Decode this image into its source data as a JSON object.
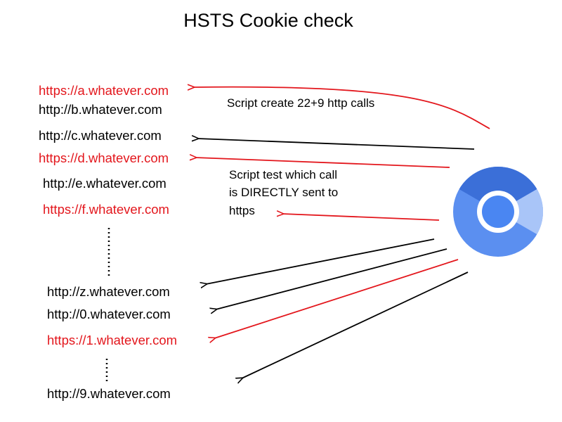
{
  "title": "HSTS Cookie check",
  "urls": [
    {
      "text": "https://a.whatever.com",
      "secure": true
    },
    {
      "text": "http://b.whatever.com",
      "secure": false
    },
    {
      "text": "http://c.whatever.com",
      "secure": false
    },
    {
      "text": "https://d.whatever.com",
      "secure": true
    },
    {
      "text": "http://e.whatever.com",
      "secure": false
    },
    {
      "text": "https://f.whatever.com",
      "secure": true
    },
    {
      "text": "http://z.whatever.com",
      "secure": false
    },
    {
      "text": "http://0.whatever.com",
      "secure": false
    },
    {
      "text": "https://1.whatever.com",
      "secure": true
    },
    {
      "text": "http://9.whatever.com",
      "secure": false
    }
  ],
  "notes": {
    "create_calls": "Script create 22+9 http calls",
    "test_line1": "Script test which call",
    "test_line2": "is DIRECTLY sent to",
    "test_line3": "https"
  },
  "browser_icon": "chromium-logo-icon",
  "colors": {
    "https": "#e3161c",
    "http": "#000000",
    "logo_dark": "#3b6fd8",
    "logo_mid": "#5b8ff0",
    "logo_light": "#a9c5f8",
    "logo_center": "#4a86f2"
  }
}
